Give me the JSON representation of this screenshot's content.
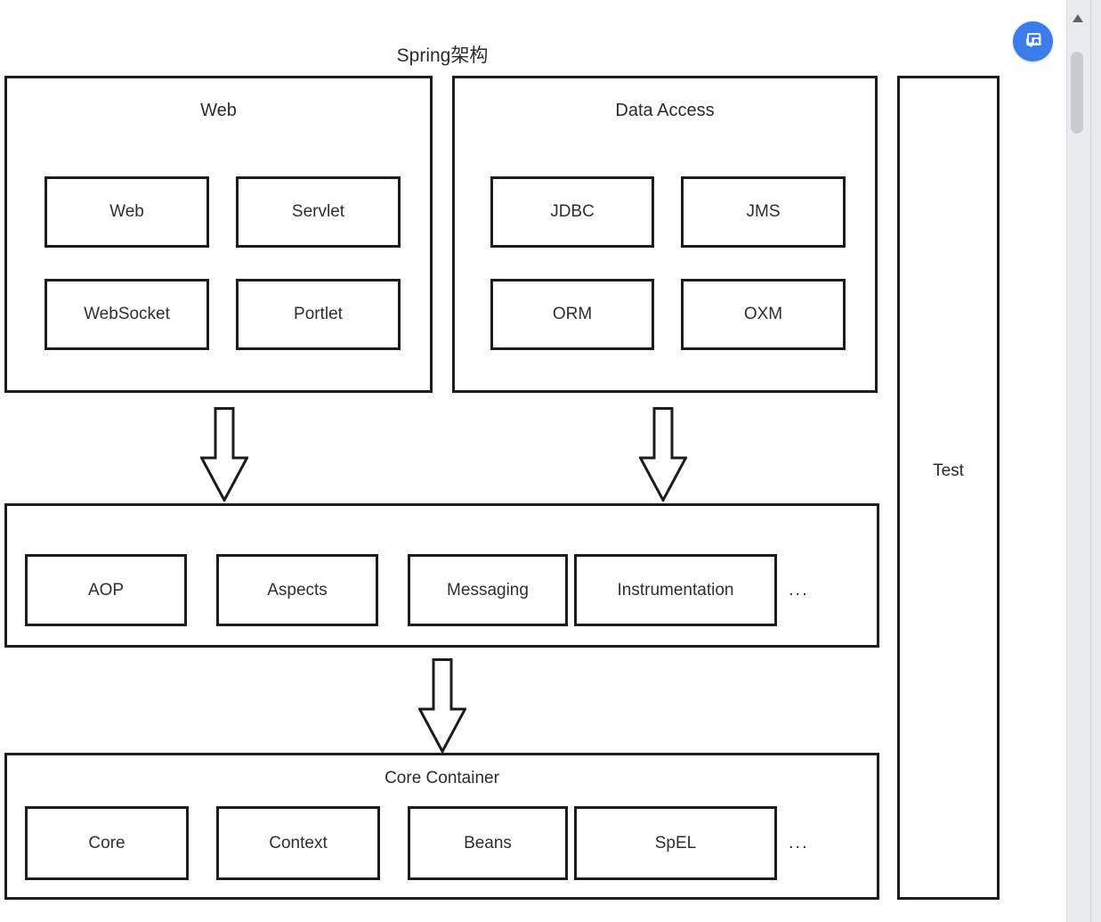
{
  "title": "Spring架构",
  "accent_color": "#3b7ced",
  "containers": {
    "web": {
      "title": "Web",
      "boxes": [
        "Web",
        "Servlet",
        "WebSocket",
        "Portlet"
      ]
    },
    "data_access": {
      "title": "Data Access",
      "boxes": [
        "JDBC",
        "JMS",
        "ORM",
        "OXM"
      ]
    },
    "middleware": {
      "boxes": [
        "AOP",
        "Aspects",
        "Messaging",
        "Instrumentation"
      ],
      "ellipsis": "..."
    },
    "core": {
      "title": "Core Container",
      "boxes": [
        "Core",
        "Context",
        "Beans",
        "SpEL"
      ],
      "ellipsis": "..."
    },
    "test": {
      "title": "Test"
    }
  }
}
